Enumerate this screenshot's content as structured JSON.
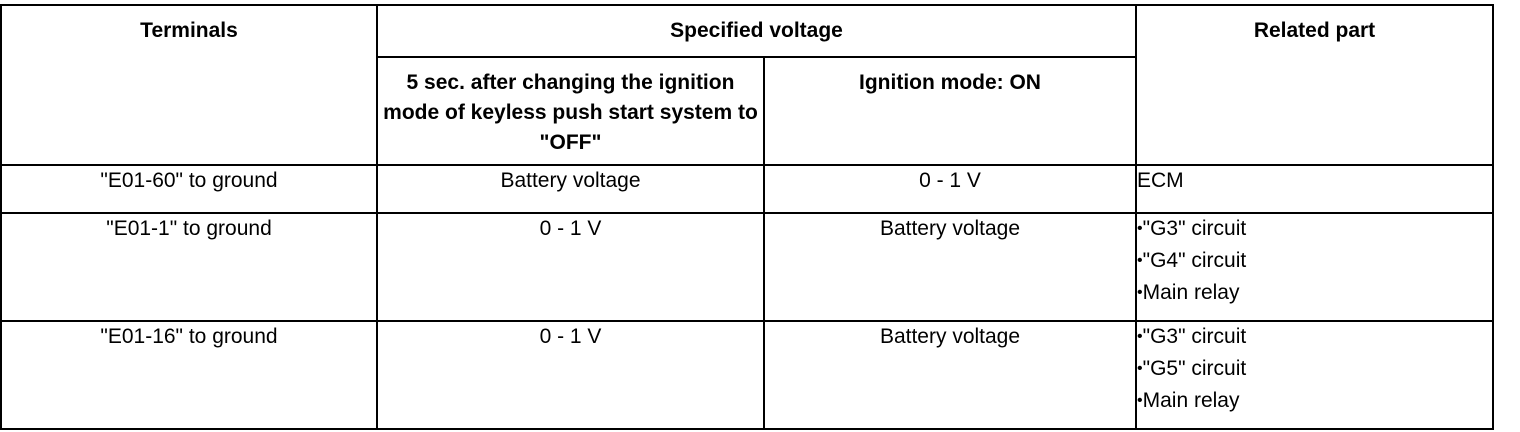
{
  "headers": {
    "terminals": "Terminals",
    "specified_voltage": "Specified voltage",
    "related_part": "Related part",
    "condition_off": "5 sec. after changing the ignition mode of keyless push start system to \"OFF\"",
    "condition_on": "Ignition mode: ON"
  },
  "bullet_glyph": "•",
  "rows": [
    {
      "terminal": "\"E01-60\" to ground",
      "off": "Battery voltage",
      "on": "0 - 1 V",
      "related": [
        "ECM"
      ]
    },
    {
      "terminal": "\"E01-1\" to ground",
      "off": "0 - 1 V",
      "on": "Battery voltage",
      "related": [
        "\"G3\" circuit",
        "\"G4\" circuit",
        "Main relay"
      ]
    },
    {
      "terminal": "\"E01-16\" to ground",
      "off": "0 - 1 V",
      "on": "Battery voltage",
      "related": [
        "\"G3\" circuit",
        "\"G5\" circuit",
        "Main relay"
      ]
    }
  ]
}
